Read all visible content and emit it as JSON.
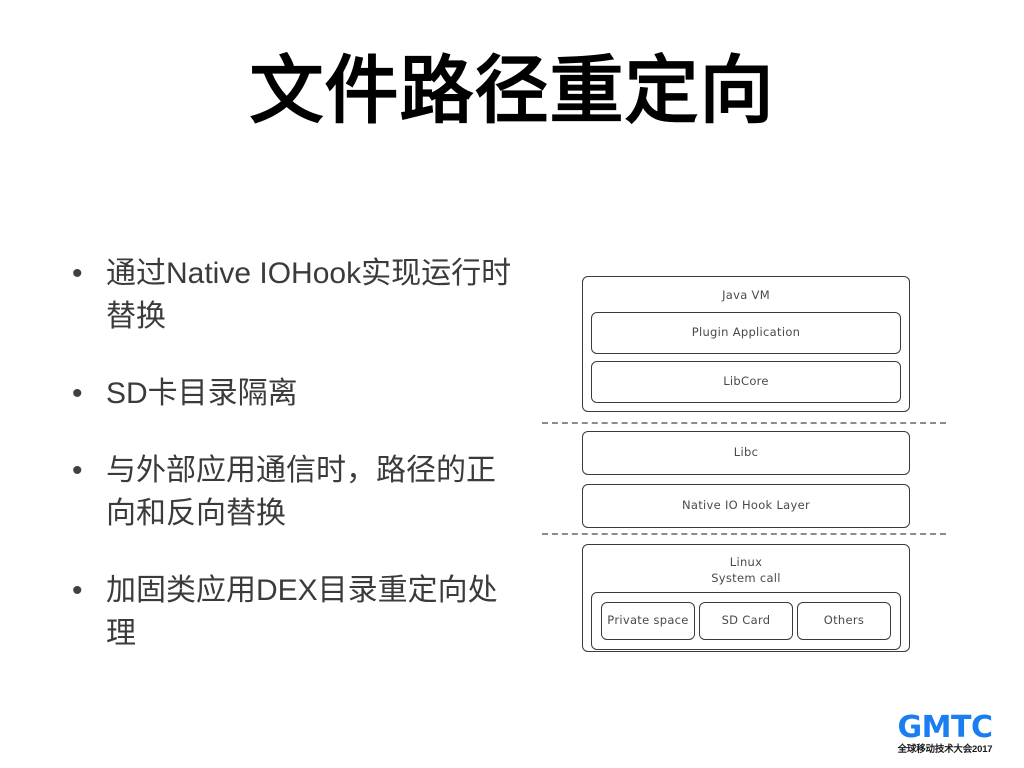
{
  "slide": {
    "title": "文件路径重定向",
    "background_color": "#ffffff"
  },
  "bullets": {
    "marker": "•",
    "items": [
      {
        "text": "通过Native IOHook实现运行时替换"
      },
      {
        "text": "SD卡目录隔离"
      },
      {
        "text": "与外部应用通信时，路径的正向和反向替换"
      },
      {
        "text": "加固类应用DEX目录重定向处理"
      }
    ]
  },
  "diagram": {
    "java_vm": {
      "title": "Java VM",
      "children": [
        {
          "label": "Plugin Application"
        },
        {
          "label": "LibCore"
        }
      ]
    },
    "native_layer": [
      {
        "label": "Libc"
      },
      {
        "label": "Native IO Hook Layer"
      }
    ],
    "linux": {
      "title": "Linux\nSystem call",
      "title_line1": "Linux",
      "title_line2": "System call",
      "children": [
        {
          "label": "Private space"
        },
        {
          "label": "SD Card"
        },
        {
          "label": "Others"
        }
      ]
    },
    "border_color": "#3a3a3a",
    "separator_color": "#8c8c8c"
  },
  "logo": {
    "mark": "GMTC",
    "subtitle": "全球移动技术大会2017",
    "color": "#1a7ef0"
  }
}
